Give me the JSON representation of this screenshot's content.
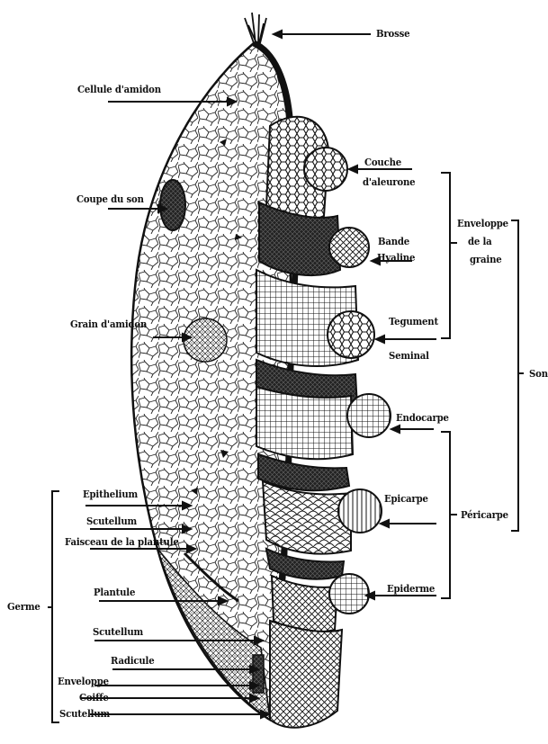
{
  "labels": {
    "brosse": "Brosse",
    "cellule_amidon": "Cellule d'amidon",
    "couche_1": "Couche",
    "couche_2": "d'aleurone",
    "coupe_son": "Coupe du son",
    "bande": "Bande",
    "hyaline": "Hyaline",
    "grain_amidon": "Grain d'amidon",
    "tegument": "Tegument",
    "seminal": "Seminal",
    "endocarpe": "Endocarpe",
    "epithelium": "Epithelium",
    "scutellum_1": "Scutellum",
    "faisceau": "Faisceau de la plantule",
    "epicarpe": "Epicarpe",
    "plantule": "Plantule",
    "epiderme": "Epiderme",
    "scutellum_2": "Scutellum",
    "radicule": "Radicule",
    "enveloppe": "Enveloppe",
    "coiffe": "Coiffe",
    "scutellum_3": "Scutellum"
  },
  "groups": {
    "germe": "Germe",
    "enveloppe_graine_1": "Enveloppe",
    "enveloppe_graine_2": "de la",
    "enveloppe_graine_3": "graine",
    "son": "Son",
    "pericarpe": "Péricarpe"
  },
  "colors": {
    "ink": "#111111",
    "background": "#ffffff"
  }
}
